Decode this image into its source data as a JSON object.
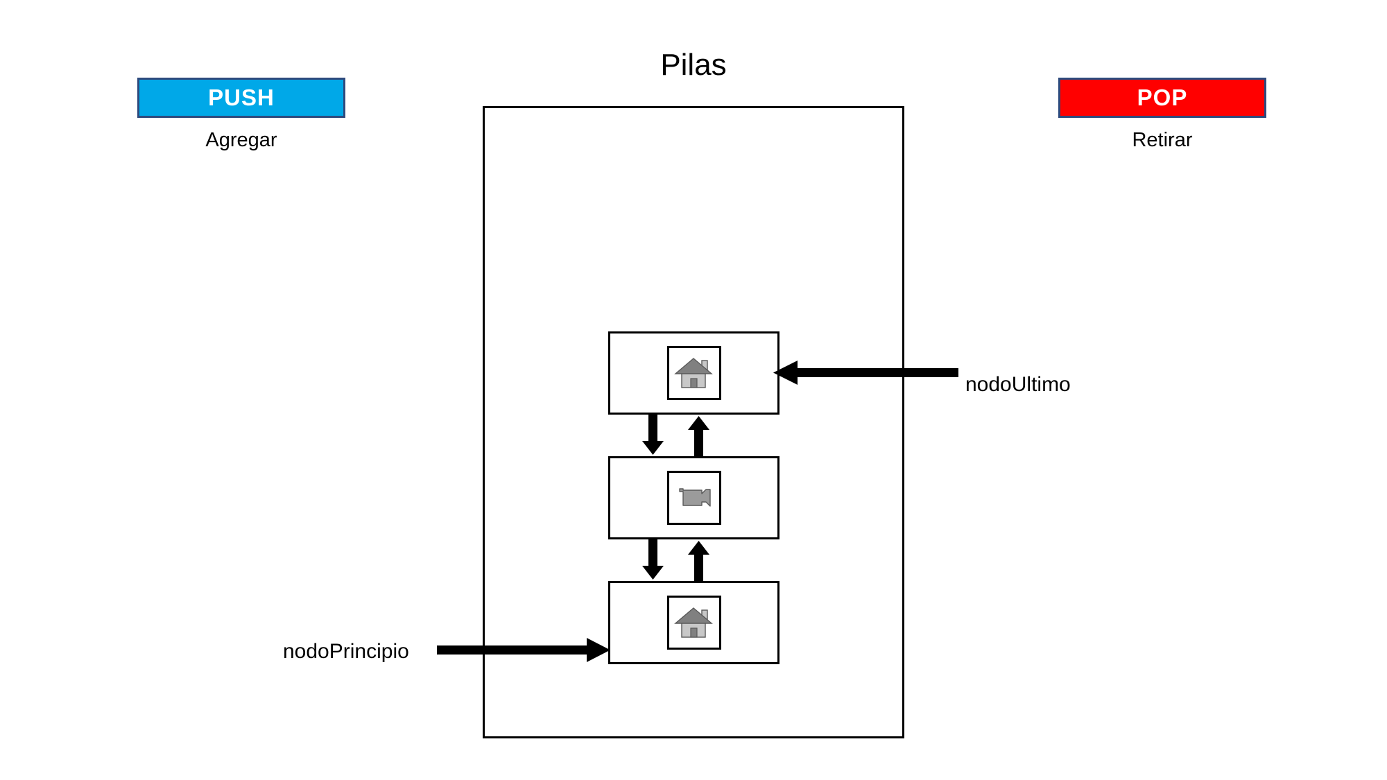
{
  "diagram": {
    "title": "Pilas",
    "type": "stack-data-structure"
  },
  "operations": [
    {
      "id": "push",
      "label": "PUSH",
      "caption": "Agregar",
      "fill_color": "#00A8E8",
      "border_color": "#2E4A7D",
      "text_color": "#FFFFFF"
    },
    {
      "id": "pop",
      "label": "POP",
      "caption": "Retirar",
      "fill_color": "#FF0000",
      "border_color": "#2E4A7D",
      "text_color": "#FFFFFF"
    }
  ],
  "stack": {
    "nodes": [
      {
        "position": "top",
        "icon": "house-icon"
      },
      {
        "position": "middle",
        "icon": "video-camera-icon"
      },
      {
        "position": "bottom",
        "icon": "house-icon"
      }
    ],
    "connectors": [
      {
        "between": "top-middle",
        "down_arrow": true,
        "up_arrow": true
      },
      {
        "between": "middle-bottom",
        "down_arrow": true,
        "up_arrow": true
      }
    ]
  },
  "pointers": [
    {
      "id": "nodoUltimo",
      "label": "nodoUltimo",
      "target": "top",
      "direction": "left"
    },
    {
      "id": "nodoPrincipio",
      "label": "nodoPrincipio",
      "target": "bottom",
      "direction": "right"
    }
  ],
  "colors": {
    "house_roof": "#808080",
    "house_body": "#C8C8C8",
    "camera_body": "#9B9B9B",
    "stroke": "#000000",
    "background": "#FFFFFF"
  }
}
